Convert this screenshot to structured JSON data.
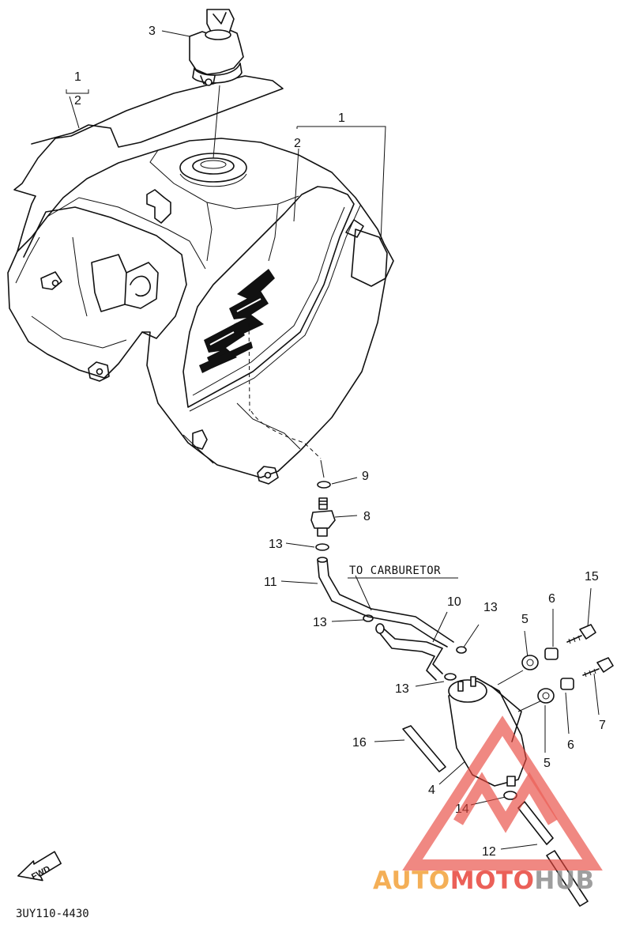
{
  "diagram": {
    "caption": "TO CARBURETOR",
    "code": "3UY110-4430",
    "fwd": "FWD",
    "callouts": {
      "c1_top": "1",
      "c2_top": "2",
      "c1": "1",
      "c2": "2",
      "c3": "3",
      "c4": "4",
      "c5a": "5",
      "c5b": "5",
      "c6a": "6",
      "c6b": "6",
      "c7": "7",
      "c8": "8",
      "c9": "9",
      "c10": "10",
      "c11": "11",
      "c12": "12",
      "c13a": "13",
      "c13b": "13",
      "c13c": "13",
      "c13d": "13",
      "c14": "14",
      "c15": "15",
      "c16": "16"
    }
  },
  "watermark": {
    "part1": "AUTO",
    "part2": "MOTO",
    "part3": "HUB",
    "colors": {
      "orange": "#f3a23a",
      "red": "#e8453c",
      "grey": "#8e8e8e"
    }
  }
}
